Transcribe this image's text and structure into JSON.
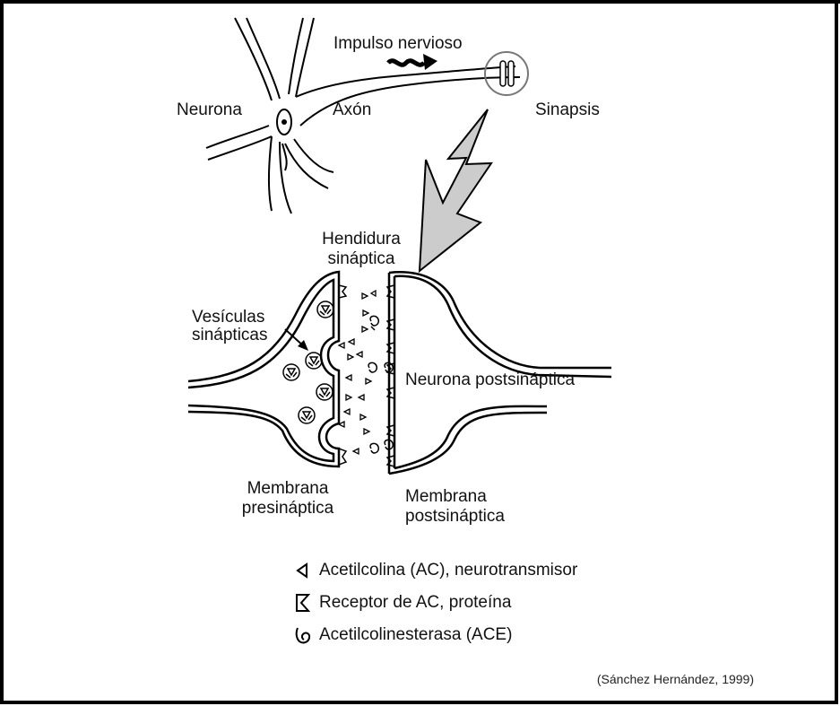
{
  "labels": {
    "neuron": "Neurona",
    "axon": "Axón",
    "impulse": "Impulso nervioso",
    "synapse": "Sinapsis",
    "cleft_line1": "Hendidura",
    "cleft_line2": "sináptica",
    "vesicles_line1": "Vesículas",
    "vesicles_line2": "sinápticas",
    "postsynaptic_neuron": "Neurona postsináptica",
    "presyn_membrane_line1": "Membrana",
    "presyn_membrane_line2": "presináptica",
    "postsyn_membrane_line1": "Membrana",
    "postsyn_membrane_line2": "postsináptica"
  },
  "legend": [
    {
      "icon": "acetylcholine-icon",
      "text": "Acetilcolina (AC), neurotransmisor"
    },
    {
      "icon": "receptor-icon",
      "text": "Receptor de AC, proteína"
    },
    {
      "icon": "acetylcholinesterase-icon",
      "text": "Acetilcolinesterasa (ACE)"
    }
  ],
  "citation": "(Sánchez Hernández, 1999)",
  "colors": {
    "line": "#000000",
    "arrow_fill": "#cccccc",
    "background": "#ffffff"
  }
}
